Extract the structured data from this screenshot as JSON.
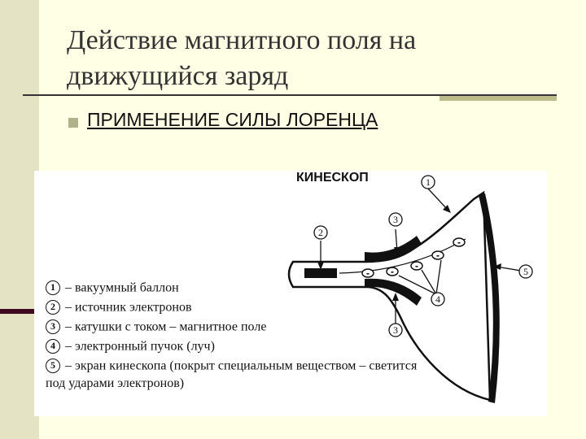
{
  "slide": {
    "title": "Действие магнитного поля на движущийся заряд",
    "bullet": "ПРИМЕНЕНИЕ СИЛЫ ЛОРЕНЦА"
  },
  "figure": {
    "title": "КИНЕСКОП",
    "markers": [
      "1",
      "2",
      "3",
      "3",
      "4",
      "5"
    ],
    "electron_sign": "-",
    "legend": [
      {
        "num": "1",
        "text": "– вакуумный баллон"
      },
      {
        "num": "2",
        "text": "– источник электронов"
      },
      {
        "num": "3",
        "text": "– катушки с током  – магнитное  поле"
      },
      {
        "num": "4",
        "text": "– электронный пучок (луч)"
      },
      {
        "num": "5",
        "text": "– экран кинескопа (покрыт специальным веществом – светится"
      }
    ],
    "legend_continuation": "под ударами электронов)"
  }
}
